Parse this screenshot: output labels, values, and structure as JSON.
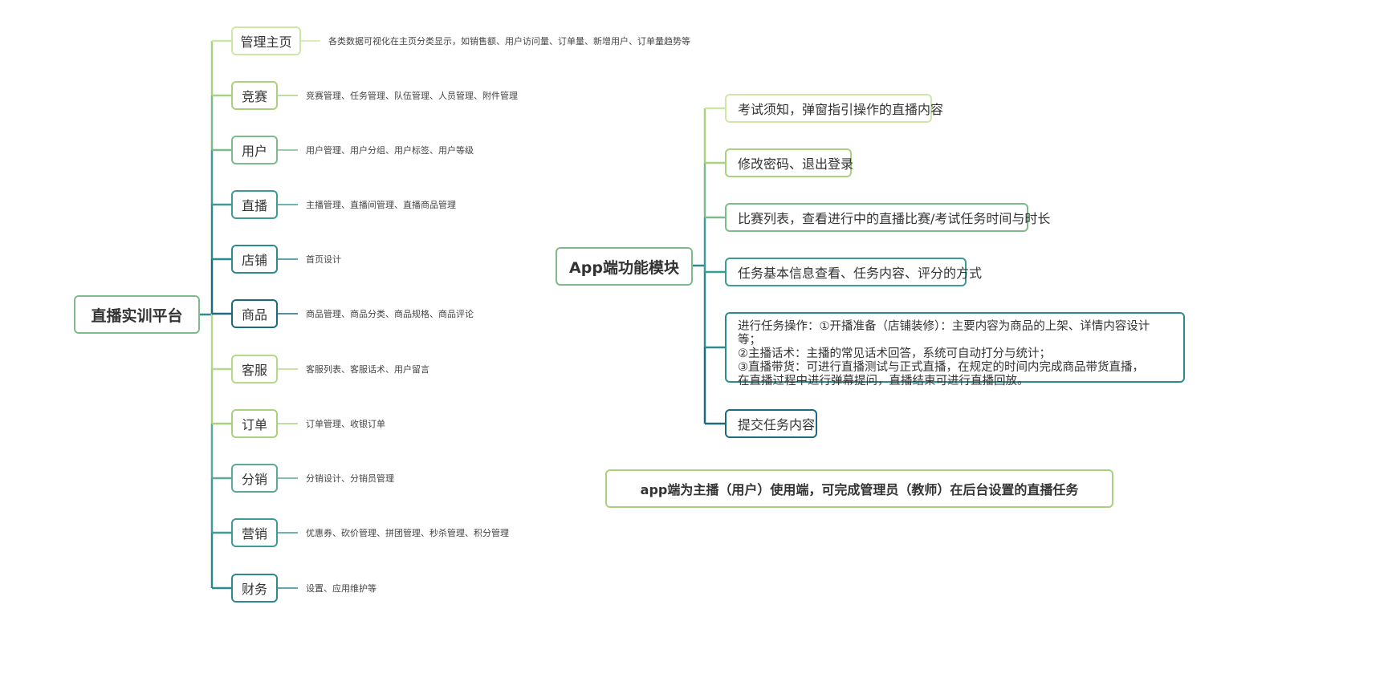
{
  "left_tree": {
    "root": "直播实训平台",
    "branches": [
      {
        "label": "管理主页",
        "detail": "各类数据可视化在主页分类显示，如销售额、用户访问量、订单量、新增用户、订单量趋势等",
        "color": "#cde8a6"
      },
      {
        "label": "竞赛",
        "detail": "竞赛管理、任务管理、队伍管理、人员管理、附件管理",
        "color": "#a8d27e"
      },
      {
        "label": "用户",
        "detail": "用户管理、用户分组、用户标签、用户等级",
        "color": "#7fbb8a"
      },
      {
        "label": "直播",
        "detail": "主播管理、直播间管理、直播商品管理",
        "color": "#3f9a98"
      },
      {
        "label": "店铺",
        "detail": "首页设计",
        "color": "#2f8a8f"
      },
      {
        "label": "商品",
        "detail": "商品管理、商品分类、商品规格、商品评论",
        "color": "#1d6a7e"
      },
      {
        "label": "客服",
        "detail": "客服列表、客服话术、用户留言",
        "color": "#b5d98a"
      },
      {
        "label": "订单",
        "detail": "订单管理、收银订单",
        "color": "#a8d27e"
      },
      {
        "label": "分销",
        "detail": "分销设计、分销员管理",
        "color": "#5ea897"
      },
      {
        "label": "营销",
        "detail": "优惠券、砍价管理、拼团管理、秒杀管理、积分管理",
        "color": "#3f9a98"
      },
      {
        "label": "财务",
        "detail": "设置、应用维护等",
        "color": "#2f8a8f"
      }
    ]
  },
  "right_tree": {
    "root": "App端功能模块",
    "branches": [
      {
        "label": "考试须知，弹窗指引操作的直播内容",
        "color": "#cde8a6"
      },
      {
        "label": "修改密码、退出登录",
        "color": "#a8d27e"
      },
      {
        "label": "比赛列表，查看进行中的直播比赛/考试任务时间与时长",
        "color": "#7fbb8a"
      },
      {
        "label": "任务基本信息查看、任务内容、评分的方式",
        "color": "#3f9a98"
      },
      {
        "lines": [
          "进行任务操作：①开播准备（店铺装修）：主要内容为商品的上架、详情内容设计等；",
          "②主播话术：主播的常见话术回答，系统可自动打分与统计；",
          "③直播带货：可进行直播测试与正式直播，在规定的时间内完成商品带货直播，",
          "在直播过程中进行弹幕提问，直播结束可进行直播回放。"
        ],
        "color": "#2f8a8f"
      },
      {
        "label": "提交任务内容",
        "color": "#1d6a7e"
      }
    ]
  },
  "note": "app端为主播（用户）使用端，可完成管理员（教师）在后台设置的直播任务"
}
